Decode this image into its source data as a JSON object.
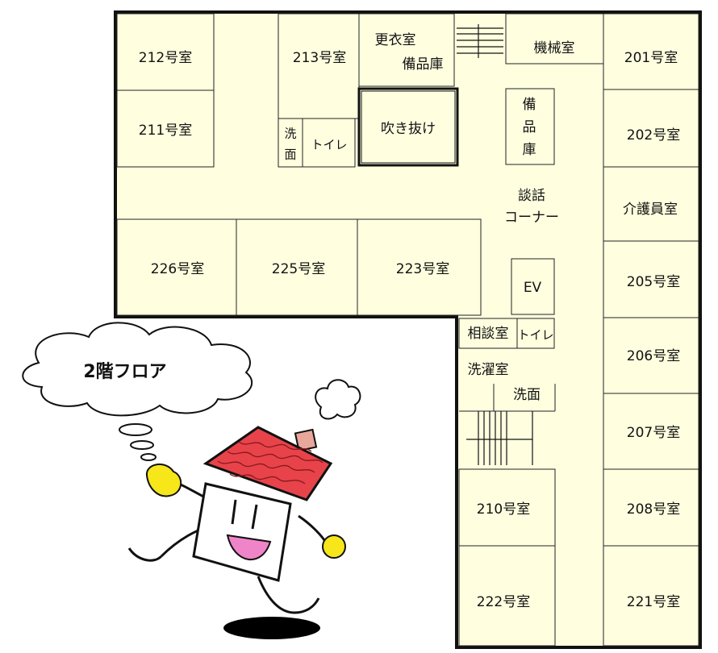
{
  "floor_title": "2階フロア",
  "rooms": {
    "r212": "212号室",
    "r213": "213号室",
    "locker_line1": "更衣室",
    "locker_line2": "備品庫",
    "machine": "機械室",
    "r201": "201号室",
    "r211": "211号室",
    "washbasin_a_line1": "洗",
    "washbasin_a_line2": "面",
    "toilet_a": "トイレ",
    "atrium": "吹き抜け",
    "storage_line1": "備",
    "storage_line2": "品",
    "storage_line3": "庫",
    "r202": "202号室",
    "lounge_line1": "談話",
    "lounge_line2": "コーナー",
    "caregiver": "介護員室",
    "r226": "226号室",
    "r225": "225号室",
    "r223": "223号室",
    "ev": "EV",
    "r205": "205号室",
    "consult": "相談室",
    "toilet_b": "トイレ",
    "r206": "206号室",
    "laundry": "洗濯室",
    "washbasin_b": "洗面",
    "r207": "207号室",
    "r210": "210号室",
    "r208": "208号室",
    "r222": "222号室",
    "r221": "221号室"
  },
  "colors": {
    "room_fill": "#ffffe0",
    "roof_red": "#e8434a",
    "glove_yellow": "#f6e61a",
    "mouth_pink": "#f084c8",
    "chimney": "#e8a79a"
  }
}
